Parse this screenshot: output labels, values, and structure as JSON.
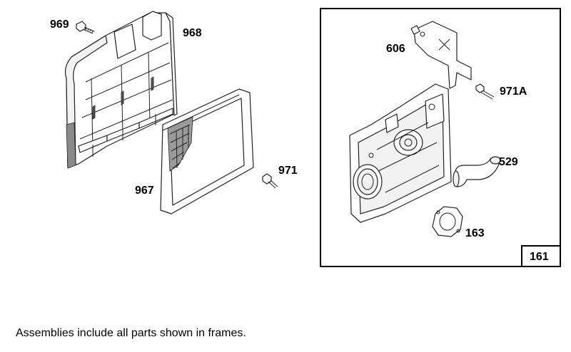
{
  "parts": [
    {
      "id": "969",
      "name": "part-969-bolt"
    },
    {
      "id": "968",
      "name": "part-968-air-cleaner-cover"
    },
    {
      "id": "967",
      "name": "part-967-air-filter"
    },
    {
      "id": "971",
      "name": "part-971-screw"
    },
    {
      "id": "606",
      "name": "part-606-bracket"
    },
    {
      "id": "971A",
      "name": "part-971a-screw"
    },
    {
      "id": "529",
      "name": "part-529-elbow"
    },
    {
      "id": "163",
      "name": "part-163-gasket"
    }
  ],
  "assembly_frame": {
    "label": "161"
  },
  "footer": {
    "note": "Assemblies include all parts shown in frames."
  }
}
